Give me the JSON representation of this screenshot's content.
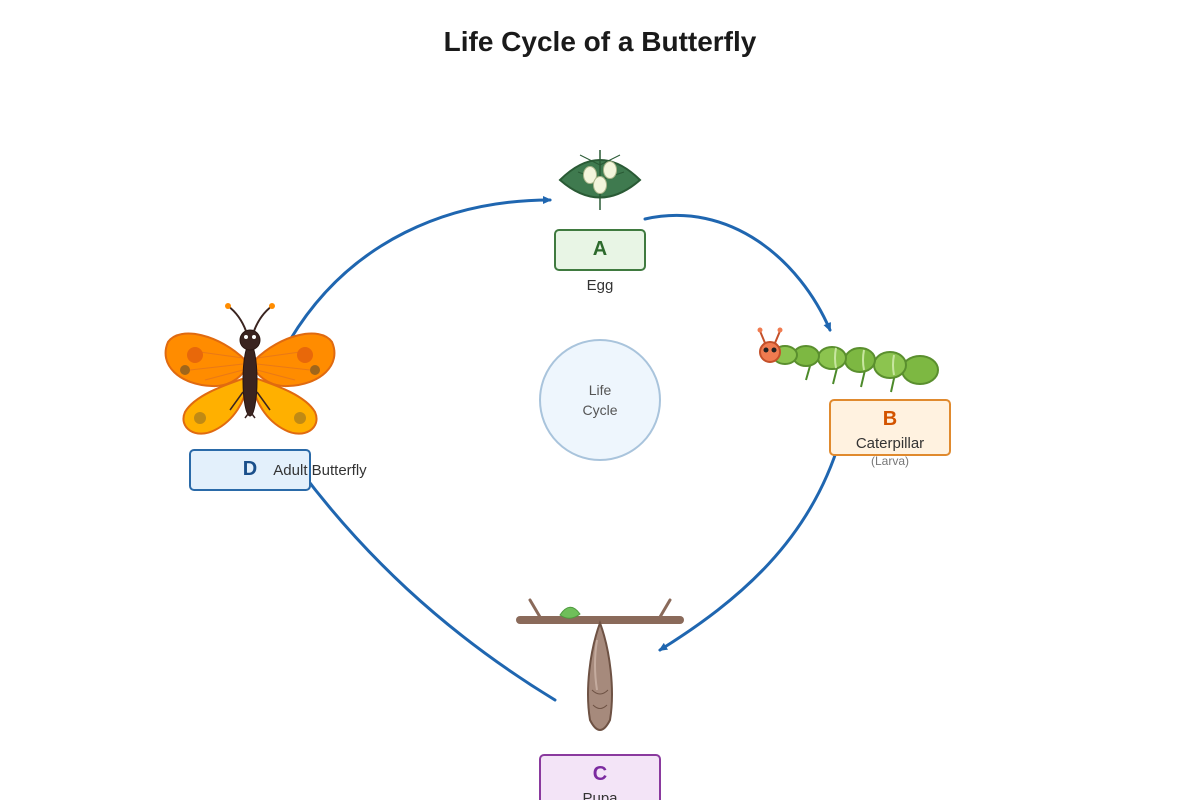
{
  "title": "Life Cycle of a Butterfly",
  "center": {
    "line1": "Life",
    "line2": "Cycle"
  },
  "stages": [
    {
      "letter": "A",
      "name": "Egg",
      "sub": "",
      "color": "#2d6a2d",
      "fill": "#e8f5e5",
      "border": "#3f7a3f",
      "icon": "egg-leaf-icon"
    },
    {
      "letter": "B",
      "name": "Caterpillar",
      "sub": "(Larva)",
      "color": "#d35400",
      "fill": "#fff2e0",
      "border": "#e08a2e",
      "icon": "caterpillar-icon"
    },
    {
      "letter": "C",
      "name": "Pupa",
      "sub": "",
      "color": "#7b2aa0",
      "fill": "#f3e4f7",
      "border": "#8a3a9e",
      "icon": "chrysalis-icon"
    },
    {
      "letter": "D",
      "name": "Adult Butterfly",
      "sub": "",
      "color": "#1a4f8a",
      "fill": "#e3f0fb",
      "border": "#2a6aa8",
      "icon": "butterfly-icon"
    }
  ],
  "colors": {
    "arrow": "#1f66b0",
    "center_fill": "#eef6fd",
    "center_stroke": "#a9c4dc"
  }
}
